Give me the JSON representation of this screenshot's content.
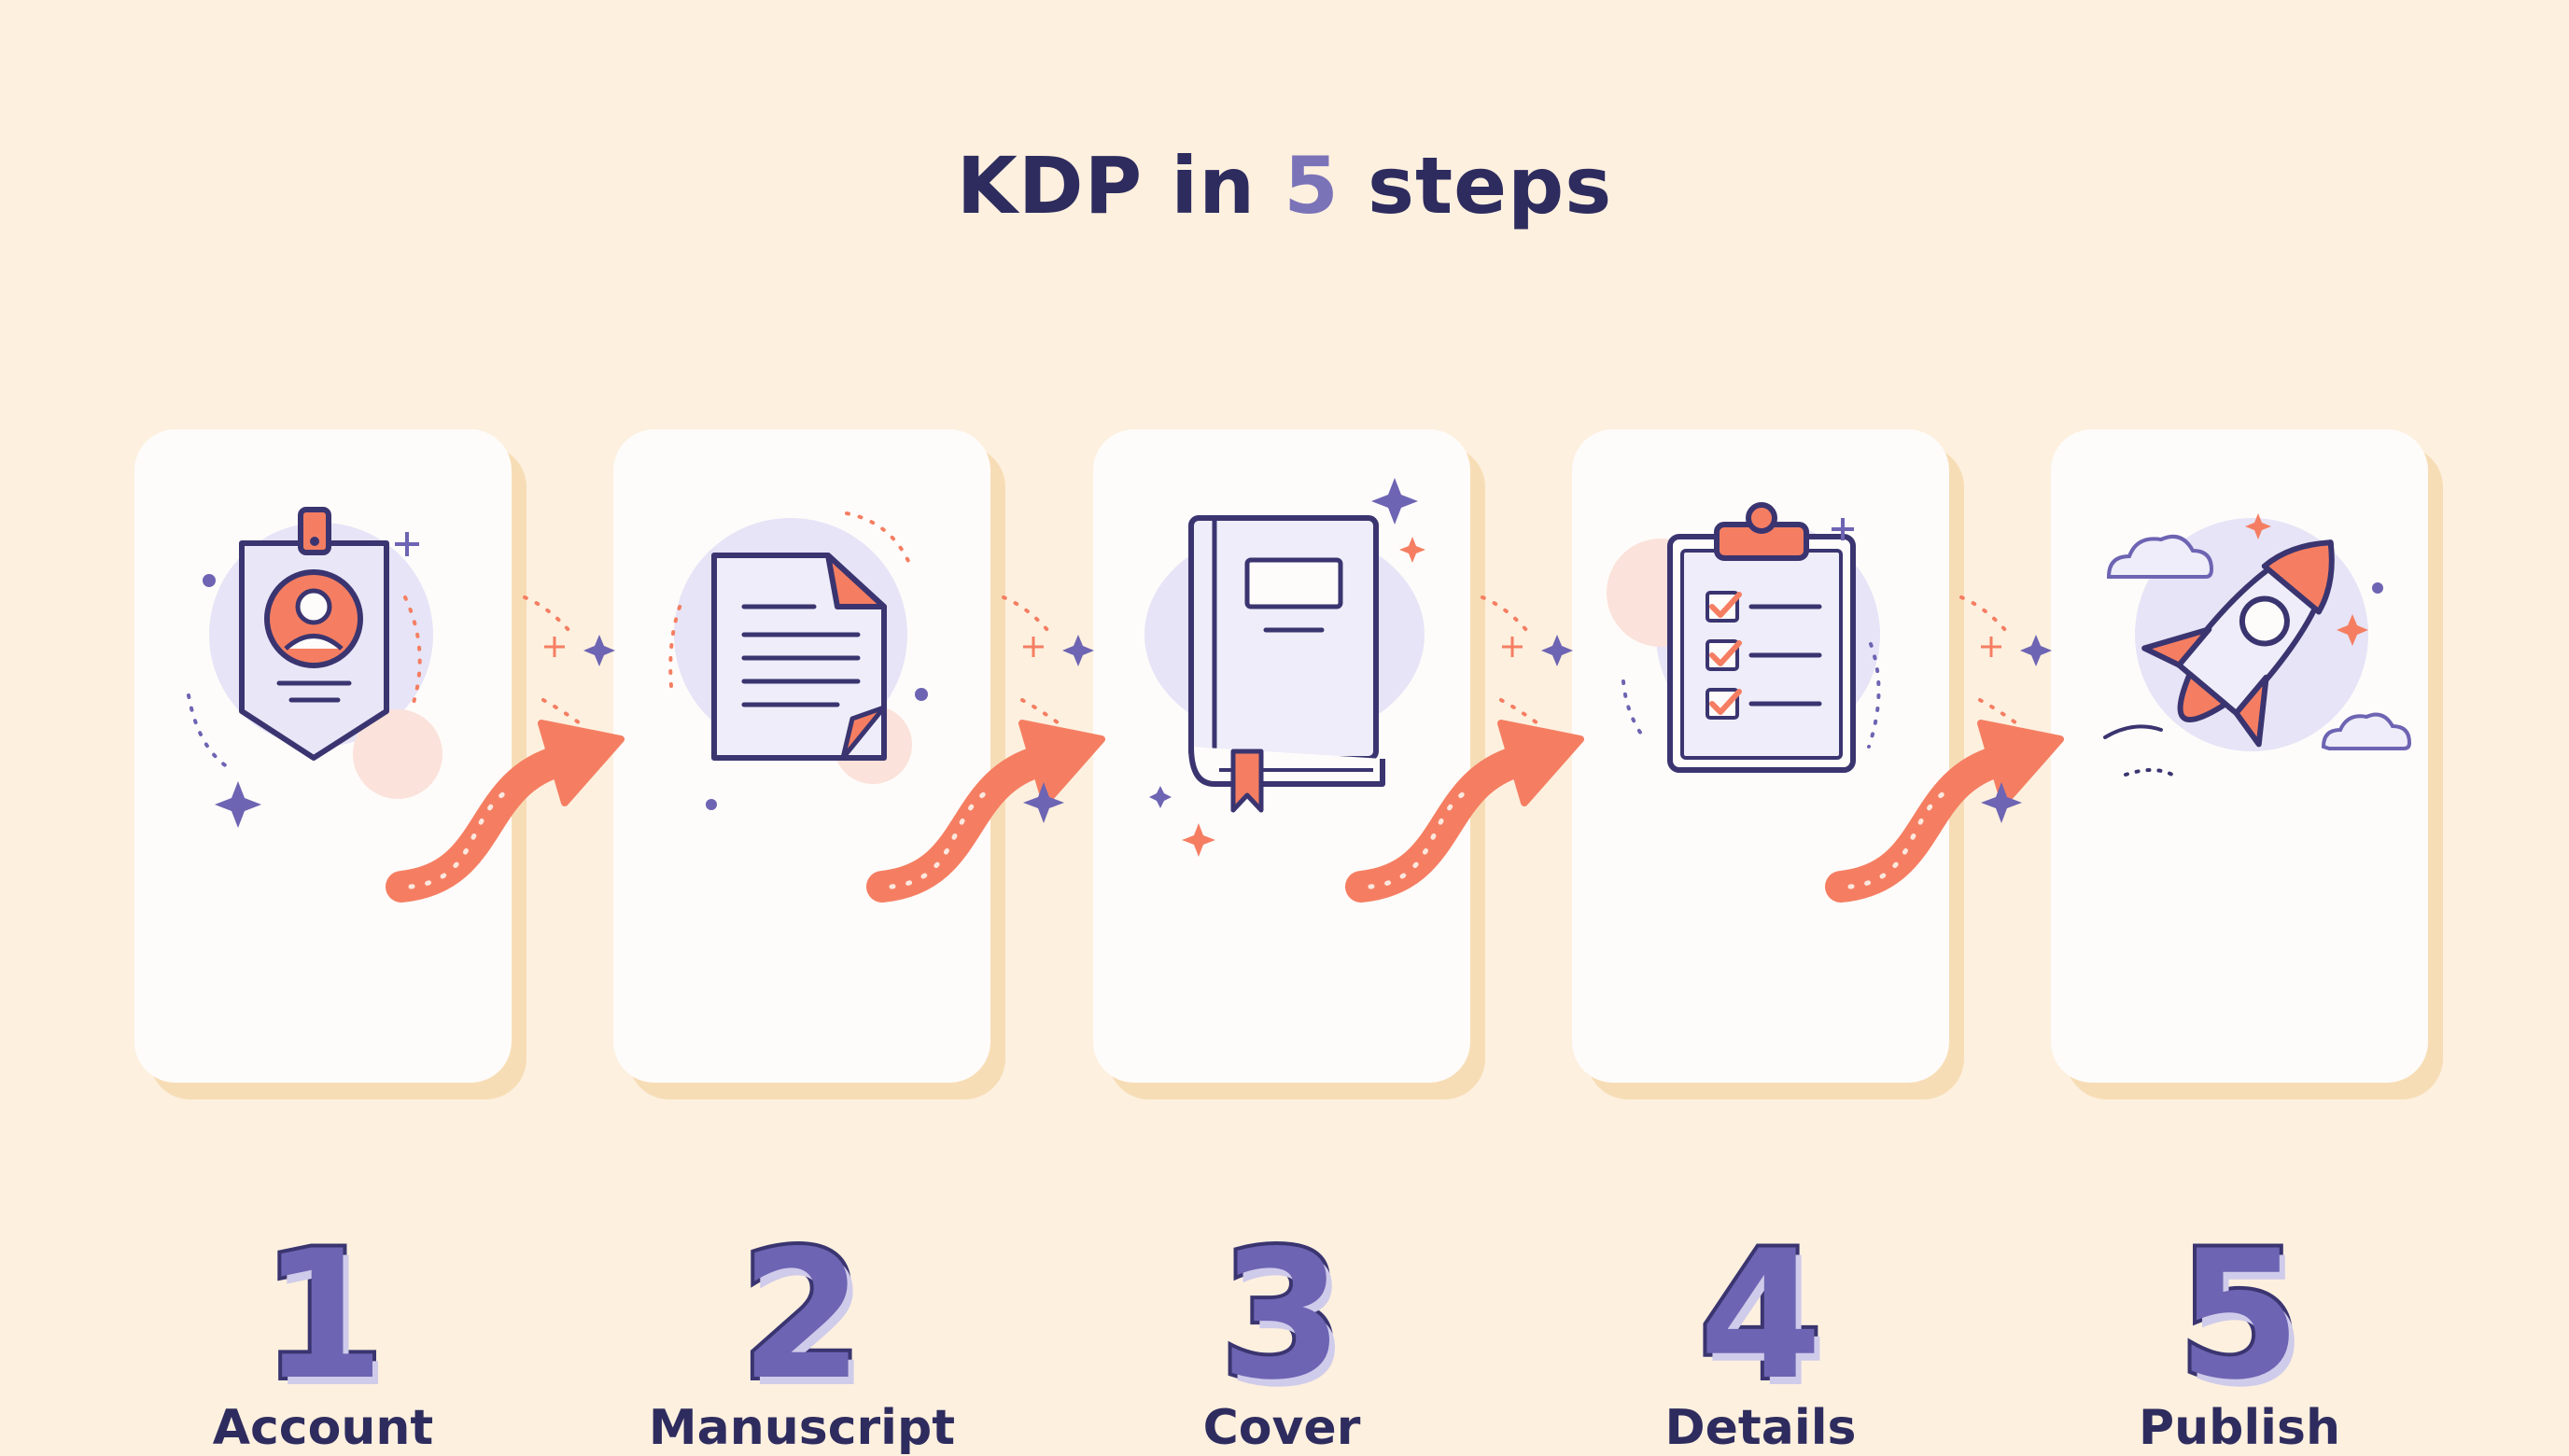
{
  "title": {
    "prefix": "KDP in ",
    "accent": "5",
    "suffix": " steps"
  },
  "steps": [
    {
      "number": "1",
      "label": "Account",
      "icon": "id-badge-icon"
    },
    {
      "number": "2",
      "label": "Manuscript",
      "icon": "document-icon"
    },
    {
      "number": "3",
      "label": "Cover",
      "icon": "book-icon"
    },
    {
      "number": "4",
      "label": "Details",
      "icon": "clipboard-checklist-icon"
    },
    {
      "number": "5",
      "label": "Publish",
      "icon": "rocket-icon"
    }
  ],
  "colors": {
    "background": "#fdf0df",
    "card": "#fefcfa",
    "ink": "#2e2c5e",
    "purple": "#6d64b3",
    "coral": "#f57e62",
    "lavender": "#e6e4f6"
  }
}
